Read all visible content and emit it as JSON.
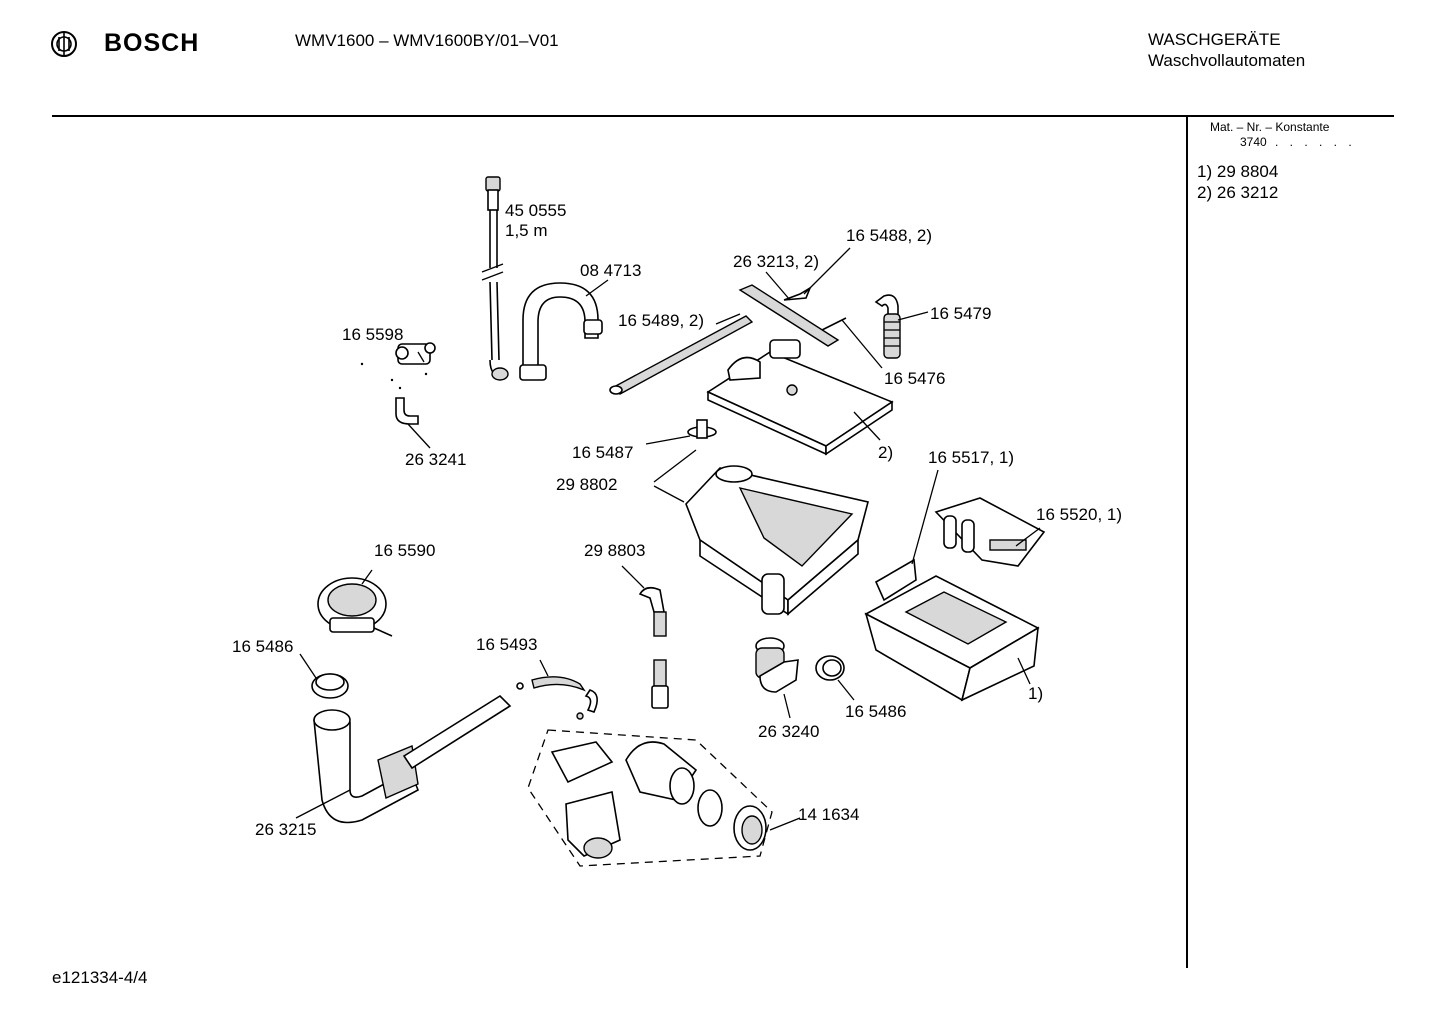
{
  "header": {
    "brand": "BOSCH",
    "model": "WMV1600 – WMV1600BY/01–V01",
    "category": "WASCHGERÄTE",
    "subcategory": "Waschvollautomaten"
  },
  "material_box": {
    "title": "Mat. – Nr. – Konstante",
    "value": "3740",
    "dots": ". . . . . .",
    "legend": [
      {
        "marker": "1)",
        "number": "29 8804"
      },
      {
        "marker": "2)",
        "number": "26 3212"
      }
    ]
  },
  "parts": [
    {
      "id": "p450555",
      "label": "45 0555"
    },
    {
      "id": "p450555-len",
      "label": "1,5 m"
    },
    {
      "id": "p084713",
      "label": "08 4713"
    },
    {
      "id": "p165598",
      "label": "16 5598"
    },
    {
      "id": "p263241",
      "label": "26 3241"
    },
    {
      "id": "p263213",
      "label": "26 3213, 2)"
    },
    {
      "id": "p165488",
      "label": "16 5488, 2)"
    },
    {
      "id": "p165489",
      "label": "16 5489, 2)"
    },
    {
      "id": "p165479",
      "label": "16 5479"
    },
    {
      "id": "p165476",
      "label": "16 5476"
    },
    {
      "id": "p2",
      "label": "2)"
    },
    {
      "id": "p165487",
      "label": "16 5487"
    },
    {
      "id": "p298802",
      "label": "29 8802"
    },
    {
      "id": "p165517",
      "label": "16 5517, 1)"
    },
    {
      "id": "p165520",
      "label": "16 5520, 1)"
    },
    {
      "id": "p1",
      "label": "1)"
    },
    {
      "id": "p165590",
      "label": "16 5590"
    },
    {
      "id": "p298803",
      "label": "29 8803"
    },
    {
      "id": "p165486a",
      "label": "16 5486"
    },
    {
      "id": "p165493",
      "label": "16 5493"
    },
    {
      "id": "p263240",
      "label": "26 3240"
    },
    {
      "id": "p165486b",
      "label": "16 5486"
    },
    {
      "id": "p141634",
      "label": "14 1634"
    },
    {
      "id": "p263215",
      "label": "26 3215"
    }
  ],
  "footer": {
    "code": "e121334-4/4"
  }
}
